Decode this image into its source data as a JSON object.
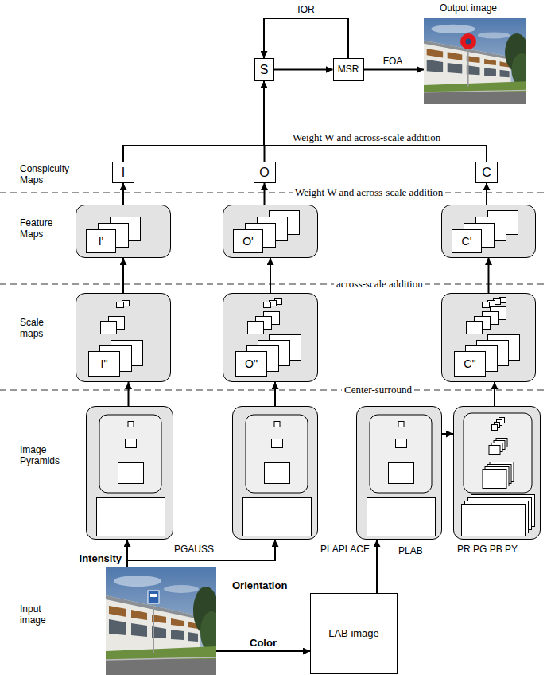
{
  "diagram": {
    "nodes": [
      {
        "text": [
          "Output image"
        ]
      },
      {
        "text": [
          "S"
        ]
      },
      {
        "text": [
          "MSR"
        ]
      },
      {
        "text": [
          "I"
        ]
      },
      {
        "text": [
          "O"
        ]
      },
      {
        "text": [
          "C"
        ]
      },
      {
        "text": [
          "I'"
        ]
      },
      {
        "text": [
          "O'"
        ]
      },
      {
        "text": [
          "C'"
        ]
      },
      {
        "text": [
          "I''"
        ]
      },
      {
        "text": [
          "O''"
        ]
      },
      {
        "text": [
          "C''"
        ]
      },
      {
        "text": [
          "PGAUSS"
        ]
      },
      {
        "text": [
          "PLAPLACE"
        ]
      },
      {
        "text": [
          "PLAB"
        ]
      },
      {
        "text": [
          "PR PG PB PY"
        ]
      },
      {
        "text": [
          "Input image"
        ]
      },
      {
        "text": [
          "LAB image"
        ]
      }
    ],
    "edges": [
      {
        "from": 16,
        "to": 12,
        "label": "Intensity",
        "arrow": "to"
      },
      {
        "from": 16,
        "to": 13,
        "label": "Orientation",
        "arrow": "to"
      },
      {
        "from": 16,
        "to": 17,
        "label": "Color",
        "arrow": "to"
      },
      {
        "from": 17,
        "to": 14,
        "arrow": "to"
      },
      {
        "from": 14,
        "to": 15,
        "arrow": "to"
      },
      {
        "from": 12,
        "to": 9,
        "arrow": "to"
      },
      {
        "from": 13,
        "to": 10,
        "arrow": "to"
      },
      {
        "from": 15,
        "to": 11,
        "arrow": "to"
      },
      {
        "from": 9,
        "to": 6,
        "arrow": "to"
      },
      {
        "from": 10,
        "to": 7,
        "arrow": "to"
      },
      {
        "from": 11,
        "to": 8,
        "arrow": "to"
      },
      {
        "from": 6,
        "to": 3,
        "arrow": "to"
      },
      {
        "from": 7,
        "to": 4,
        "arrow": "to"
      },
      {
        "from": 8,
        "to": 5,
        "arrow": "to"
      },
      {
        "from": 3,
        "to": 1,
        "arrow": "to"
      },
      {
        "from": 4,
        "to": 1,
        "arrow": "to"
      },
      {
        "from": 5,
        "to": 1,
        "arrow": "to"
      },
      {
        "from": 1,
        "to": 2,
        "arrow": "to"
      },
      {
        "from": 2,
        "to": 1,
        "label": "IOR",
        "arrow": "to"
      },
      {
        "from": 2,
        "to": 0,
        "label": "FOA",
        "arrow": "to"
      }
    ],
    "labels": [
      "Weight W and across-scale addition",
      "Conspicuity Maps",
      "Weight W and across-scale addition",
      "Feature Maps",
      "across-scale addition",
      "Scale maps",
      "Center-surround",
      "Image Pyramids"
    ]
  }
}
